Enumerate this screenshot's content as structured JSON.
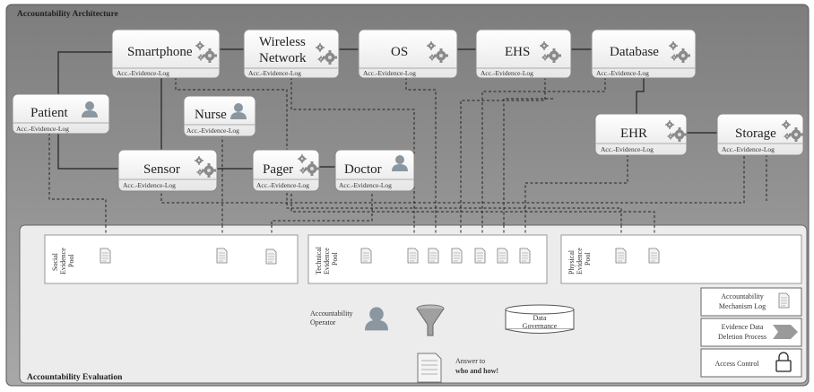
{
  "architecture_title": "Accountability Architecture",
  "evaluation_title": "Accountability Evaluation",
  "evidence_log_label": "Acc.-Evidence-Log",
  "nodes": {
    "smartphone": "Smartphone",
    "wireless": [
      "Wireless",
      "Network"
    ],
    "os": "OS",
    "ehs": "EHS",
    "database": "Database",
    "patient": "Patient",
    "nurse": "Nurse",
    "sensor": "Sensor",
    "pager": "Pager",
    "doctor": "Doctor",
    "ehr": "EHR",
    "storage": "Storage"
  },
  "pools": {
    "social": [
      "Social",
      "Evidence",
      "Pool"
    ],
    "technical": [
      "Technical",
      "Evidence",
      "Pool"
    ],
    "physical": [
      "Physical",
      "Evidence",
      "Pool"
    ]
  },
  "operator": [
    "Accountability",
    "Operator"
  ],
  "data_governance": [
    "Data",
    "Governance"
  ],
  "answer": [
    "Answer to",
    "who and how!"
  ],
  "legend": {
    "log": [
      "Accountability",
      "Mechanism Log"
    ],
    "deletion": [
      "Evidence Data",
      "Deletion Process"
    ],
    "access": "Access Control"
  },
  "colors": {
    "background_panel": "#8c8c8c",
    "node_fill": "#ffffff",
    "eval_panel": "#ececec",
    "icon_gray": "#8a8a8a"
  }
}
